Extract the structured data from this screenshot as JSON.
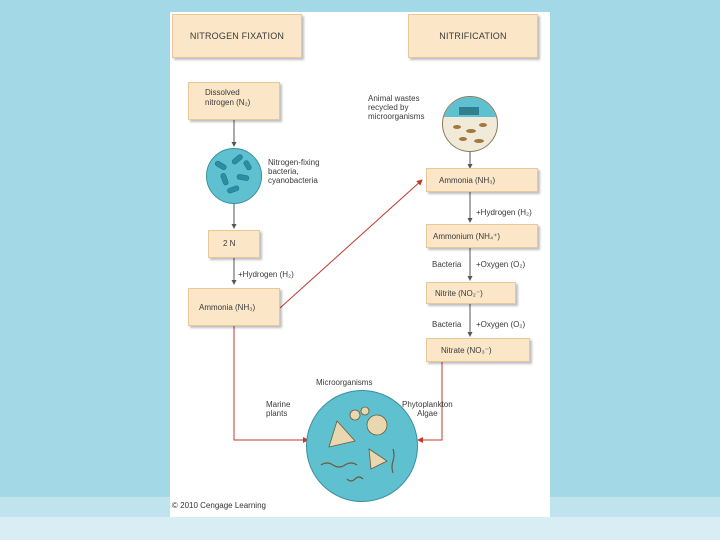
{
  "headers": {
    "fixation": "NITROGEN FIXATION",
    "nitrification": "NITRIFICATION"
  },
  "boxes": {
    "dissolved": "Dissolved\nnitrogen (N₂)",
    "two_n": "2 N",
    "ammonia_left": "Ammonia (NH₃)",
    "ammonia_right": "Ammonia (NH₃)",
    "ammonium": "Ammonium (NH₄⁺)",
    "nitrite": "Nitrite (NO₂⁻)",
    "nitrate": "Nitrate (NO₃⁻)"
  },
  "labels": {
    "nitrogen_fixing": "Nitrogen-fixing\nbacteria,\ncyanobacteria",
    "hydrogen_left": "+Hydrogen (H₂)",
    "animal_wastes": "Animal wastes\nrecycled by\nmicroorganisms",
    "hydrogen_right": "+Hydrogen (H₂)",
    "bacteria1": "Bacteria",
    "oxygen1": "+Oxygen (O₂)",
    "bacteria2": "Bacteria",
    "oxygen2": "+Oxygen (O₂)",
    "microorganisms": "Microorganisms",
    "marine_plants": "Marine\nplants",
    "phytoplankton": "Phytoplankton\nAlgae"
  },
  "copyright": "© 2010 Cengage Learning",
  "colors": {
    "background": "#a3d8e6",
    "box": "#fbe6c8",
    "arrow": "#c0392b",
    "circle": "#5fc0d0"
  }
}
